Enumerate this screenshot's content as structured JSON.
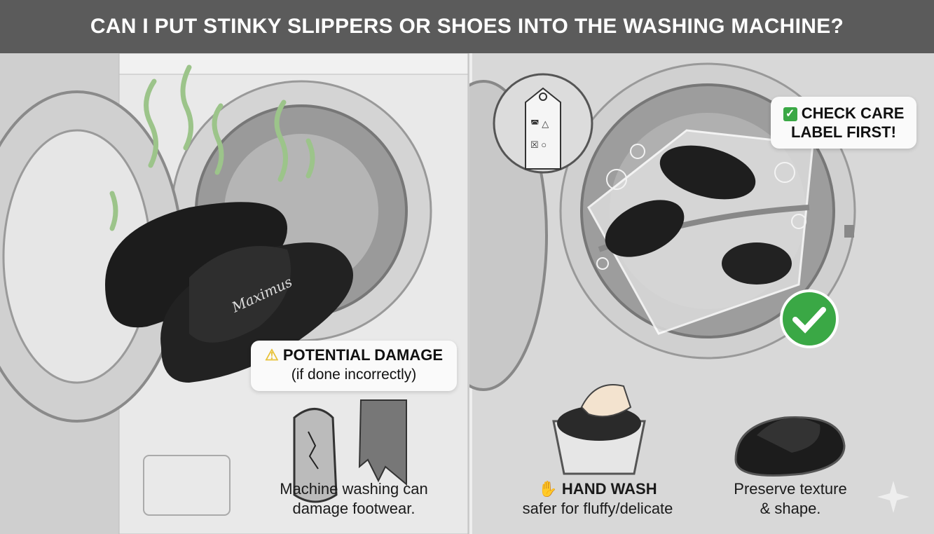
{
  "header": {
    "title": "CAN I PUT STINKY SLIPPERS OR SHOES INTO THE WASHING MACHINE?"
  },
  "left_panel": {
    "damage_callout": {
      "icon": "warning-icon",
      "title": "POTENTIAL DAMAGE",
      "subtitle": "(if done incorrectly)"
    },
    "caption_line1": "Machine washing can",
    "caption_line2": "damage footwear.",
    "slipper_logo_text": "Maximus"
  },
  "right_panel": {
    "care_callout": {
      "icon": "check-box-icon",
      "line1": "CHECK CARE",
      "line2": "LABEL FIRST!"
    },
    "hand_wash": {
      "icon": "hand-icon",
      "title": "HAND WASH",
      "subtitle": "safer for fluffy/delicate"
    },
    "preserve_line1": "Preserve texture",
    "preserve_line2": "& shape."
  },
  "colors": {
    "header": "#5b5b5b",
    "check_green": "#3aa845",
    "warning_yellow": "#e8c23a",
    "odor_green": "#9cc48a"
  }
}
